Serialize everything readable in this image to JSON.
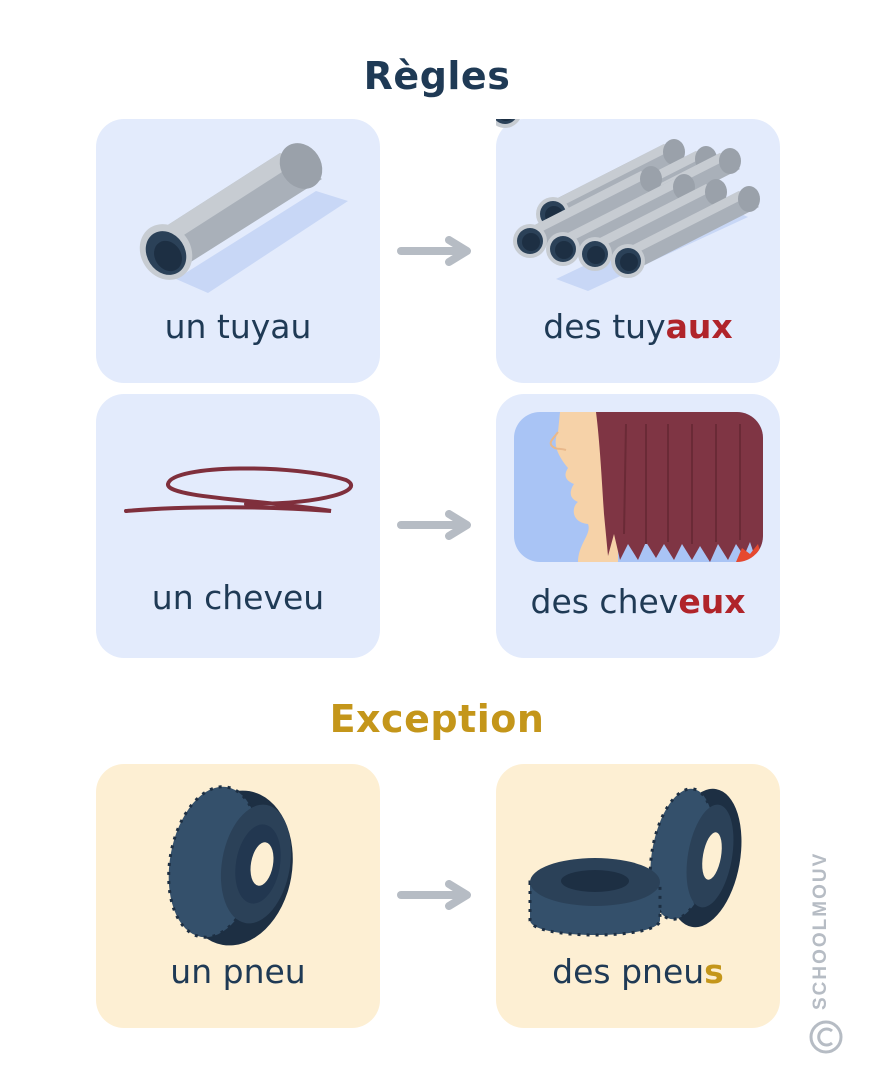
{
  "headings": {
    "rules": "Règles",
    "exception": "Exception"
  },
  "pairs": [
    {
      "singular": "un tuyau",
      "plural_stem": "des tuy",
      "plural_suffix": "aux",
      "icon_singular": "pipe-icon",
      "icon_plural": "stacked-pipes-icon"
    },
    {
      "singular": "un cheveu",
      "plural_stem": "des chev",
      "plural_suffix": "eux",
      "icon_singular": "single-hair-icon",
      "icon_plural": "hair-profile-icon"
    },
    {
      "singular": "un pneu",
      "plural_stem": "des pneu",
      "plural_suffix": "s",
      "icon_singular": "tire-icon",
      "icon_plural": "stacked-tires-icon"
    }
  ],
  "brand": "SCHOOLMOUV",
  "colors": {
    "rule_card": "#e3ebfc",
    "exception_card": "#fdefd3",
    "rule_suffix": "#b0242a",
    "exception_accent": "#c4961a",
    "text": "#1f3a55",
    "arrow": "#b6bcc4"
  }
}
